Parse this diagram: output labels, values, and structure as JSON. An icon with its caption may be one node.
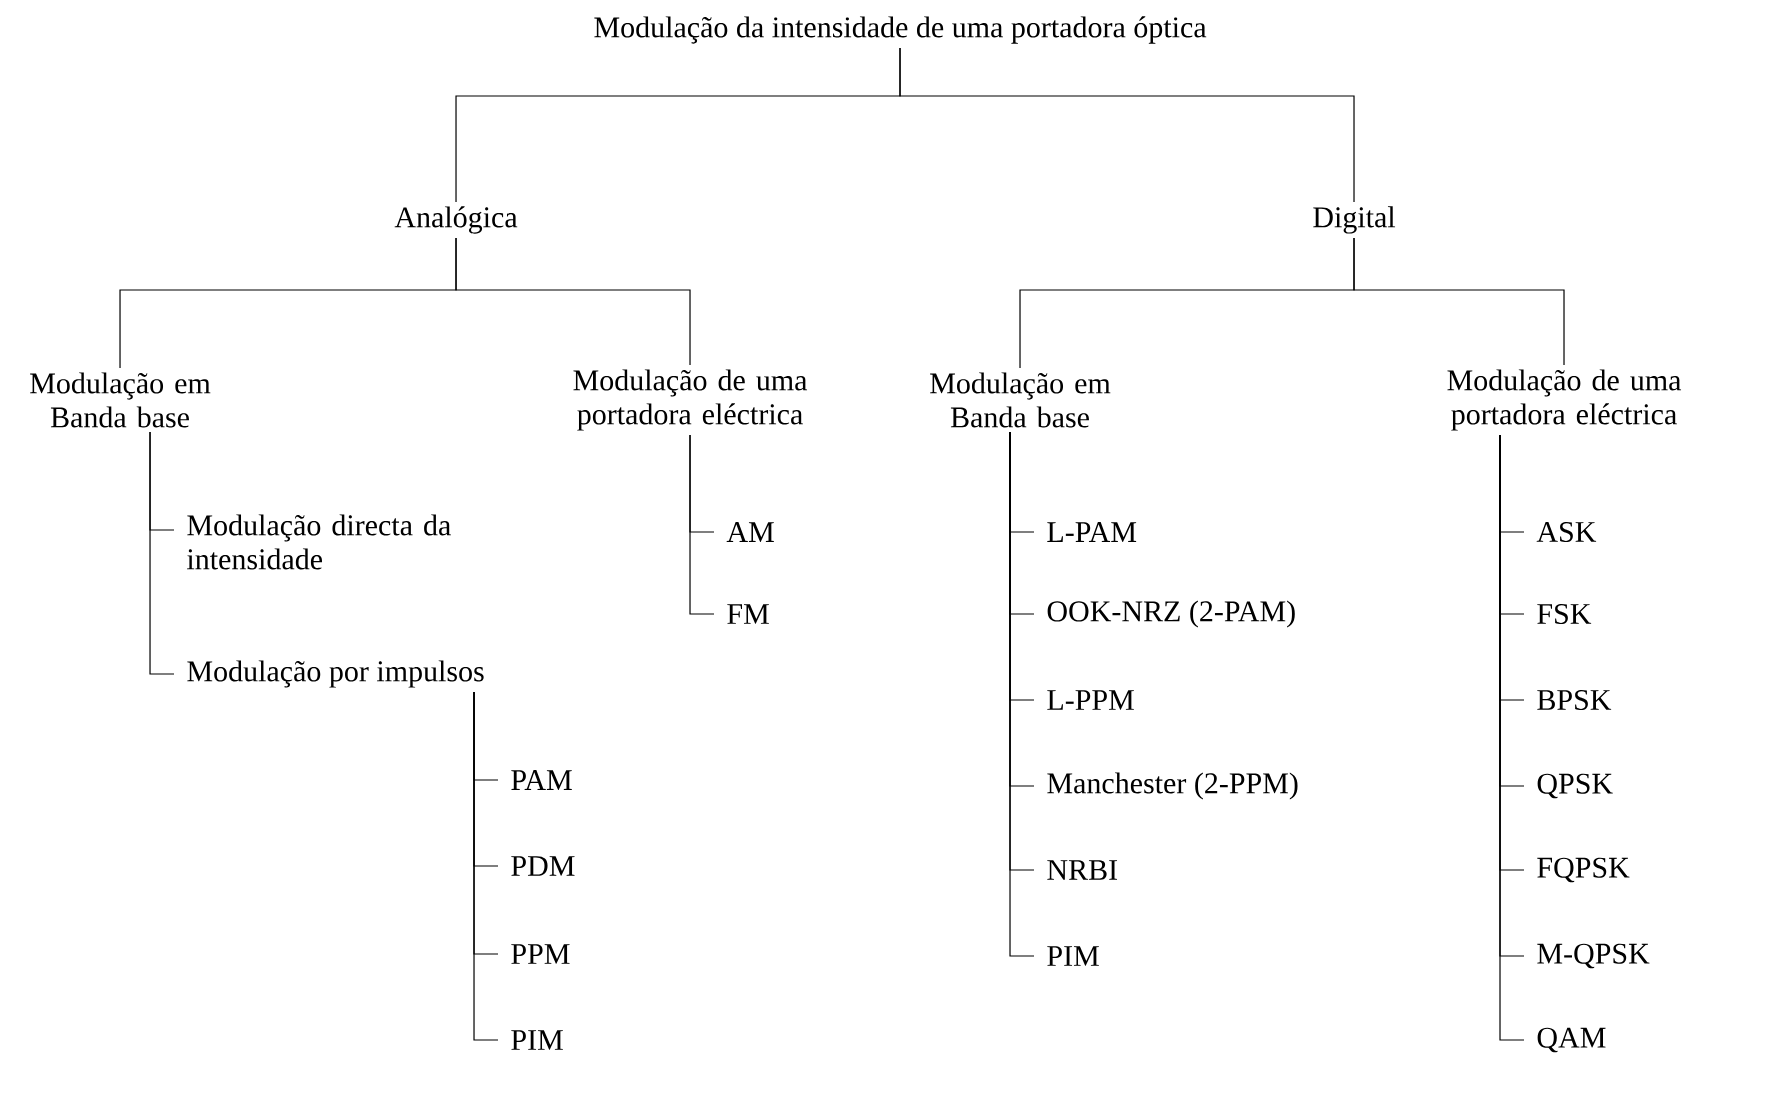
{
  "diagram": {
    "nodes": [
      {
        "text": [
          "Modulação da intensidade de uma portadora óptica"
        ]
      },
      {
        "text": [
          "Analógica"
        ]
      },
      {
        "text": [
          "Digital"
        ]
      },
      {
        "text": [
          "Modulação em Banda base"
        ]
      },
      {
        "text": [
          "Modulação de uma portadora eléctrica"
        ]
      },
      {
        "text": [
          "Modulação em Banda base"
        ]
      },
      {
        "text": [
          "Modulação de uma portadora eléctrica"
        ]
      },
      {
        "text": [
          "Modulação directa da intensidade"
        ]
      },
      {
        "text": [
          "Modulação por impulsos"
        ]
      },
      {
        "text": [
          "PAM"
        ]
      },
      {
        "text": [
          "PDM"
        ]
      },
      {
        "text": [
          "PPM"
        ]
      },
      {
        "text": [
          "PIM"
        ]
      },
      {
        "text": [
          "AM"
        ]
      },
      {
        "text": [
          "FM"
        ]
      },
      {
        "text": [
          "L-PAM"
        ]
      },
      {
        "text": [
          "OOK-NRZ (2-PAM)"
        ]
      },
      {
        "text": [
          "L-PPM"
        ]
      },
      {
        "text": [
          "Manchester (2-PPM)"
        ]
      },
      {
        "text": [
          "NRBI"
        ]
      },
      {
        "text": [
          "PIM"
        ]
      },
      {
        "text": [
          "ASK"
        ]
      },
      {
        "text": [
          "FSK"
        ]
      },
      {
        "text": [
          "BPSK"
        ]
      },
      {
        "text": [
          "QPSK"
        ]
      },
      {
        "text": [
          "FQPSK"
        ]
      },
      {
        "text": [
          "M-QPSK"
        ]
      },
      {
        "text": [
          "QAM"
        ]
      }
    ],
    "edges": [
      {
        "from": 0,
        "to": 1,
        "arrow": "none"
      },
      {
        "from": 0,
        "to": 2,
        "arrow": "none"
      },
      {
        "from": 1,
        "to": 3,
        "arrow": "none"
      },
      {
        "from": 1,
        "to": 4,
        "arrow": "none"
      },
      {
        "from": 2,
        "to": 5,
        "arrow": "none"
      },
      {
        "from": 2,
        "to": 6,
        "arrow": "none"
      },
      {
        "from": 3,
        "to": 7,
        "arrow": "none"
      },
      {
        "from": 3,
        "to": 8,
        "arrow": "none"
      },
      {
        "from": 8,
        "to": 9,
        "arrow": "none"
      },
      {
        "from": 8,
        "to": 10,
        "arrow": "none"
      },
      {
        "from": 8,
        "to": 11,
        "arrow": "none"
      },
      {
        "from": 8,
        "to": 12,
        "arrow": "none"
      },
      {
        "from": 4,
        "to": 13,
        "arrow": "none"
      },
      {
        "from": 4,
        "to": 14,
        "arrow": "none"
      },
      {
        "from": 5,
        "to": 15,
        "arrow": "none"
      },
      {
        "from": 5,
        "to": 16,
        "arrow": "none"
      },
      {
        "from": 5,
        "to": 17,
        "arrow": "none"
      },
      {
        "from": 5,
        "to": 18,
        "arrow": "none"
      },
      {
        "from": 5,
        "to": 19,
        "arrow": "none"
      },
      {
        "from": 5,
        "to": 20,
        "arrow": "none"
      },
      {
        "from": 6,
        "to": 21,
        "arrow": "none"
      },
      {
        "from": 6,
        "to": 22,
        "arrow": "none"
      },
      {
        "from": 6,
        "to": 23,
        "arrow": "none"
      },
      {
        "from": 6,
        "to": 24,
        "arrow": "none"
      },
      {
        "from": 6,
        "to": 25,
        "arrow": "none"
      },
      {
        "from": 6,
        "to": 26,
        "arrow": "none"
      },
      {
        "from": 6,
        "to": 27,
        "arrow": "none"
      }
    ]
  }
}
